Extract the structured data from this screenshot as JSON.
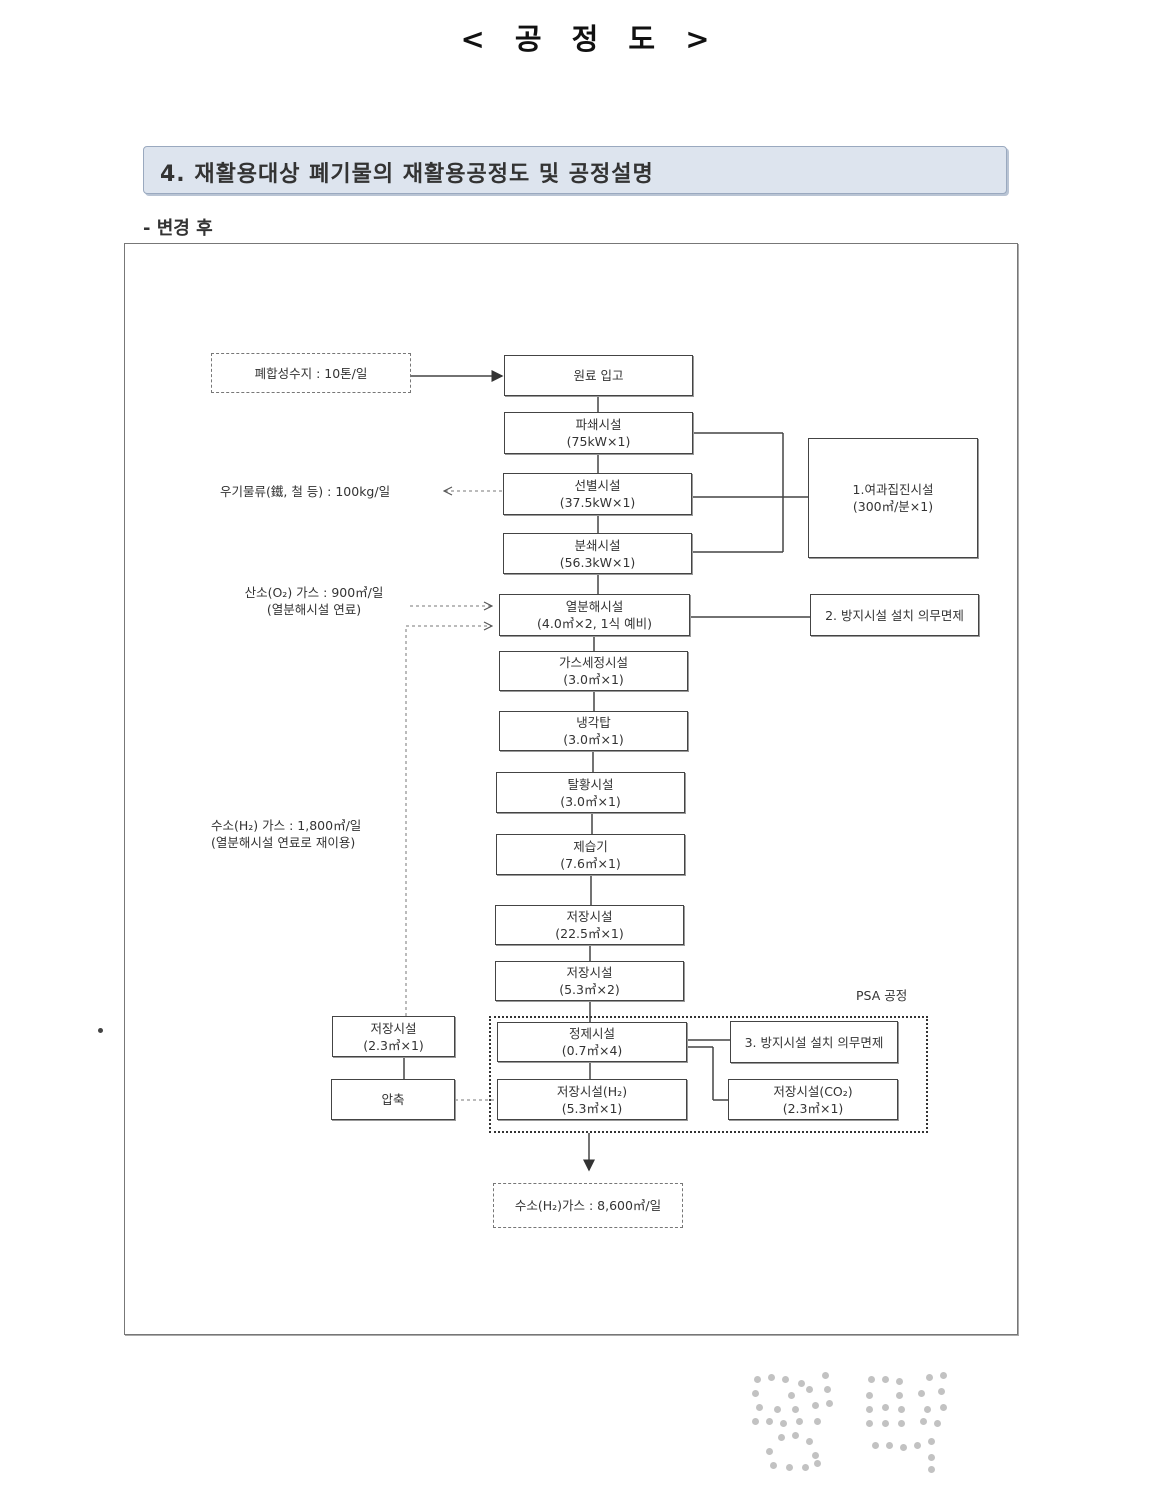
{
  "page_title": "< 공 정 도 >",
  "section_title": "4. 재활용대상 폐기물의 재활용공정도 및 공정설명",
  "subheading": "- 변경 후",
  "diagram": {
    "input": "폐합성수지 : 10톤/일",
    "flow": [
      {
        "l1": "원료 입고",
        "l2": ""
      },
      {
        "l1": "파쇄시설",
        "l2": "(75kW×1)"
      },
      {
        "l1": "선별시설",
        "l2": "(37.5kW×1)"
      },
      {
        "l1": "분쇄시설",
        "l2": "(56.3kW×1)"
      },
      {
        "l1": "열분해시설",
        "l2": "(4.0㎥×2, 1식 예비)"
      },
      {
        "l1": "가스세정시설",
        "l2": "(3.0㎥×1)"
      },
      {
        "l1": "냉각탑",
        "l2": "(3.0㎥×1)"
      },
      {
        "l1": "탈황시설",
        "l2": "(3.0㎥×1)"
      },
      {
        "l1": "제습기",
        "l2": "(7.6㎥×1)"
      },
      {
        "l1": "저장시설",
        "l2": "(22.5㎥×1)"
      },
      {
        "l1": "저장시설",
        "l2": "(5.3㎥×2)"
      }
    ],
    "metal_output": "우기물류(鐵, 철 등) : 100kg/일",
    "oxygen_note": {
      "l1": "산소(O₂) 가스 : 900㎥/일",
      "l2": "(열분해시설 연료)"
    },
    "hydrogen_note": {
      "l1": "수소(H₂) 가스 : 1,800㎥/일",
      "l2": "(열분해시설 연료로 재이용)"
    },
    "dust_collector": {
      "l1": "1.여과집진시설",
      "l2": "(300㎥/분×1)"
    },
    "exemption_2": "2. 방지시설 설치 의무면제",
    "psa_label": "PSA 공정",
    "purification": {
      "l1": "정제시설",
      "l2": "(0.7㎥×4)"
    },
    "exemption_3": "3. 방지시설 설치 의무면제",
    "storage_h2": {
      "l1": "저장시설(H₂)",
      "l2": "(5.3㎥×1)"
    },
    "storage_co2": {
      "l1": "저장시설(CO₂)",
      "l2": "(2.3㎥×1)"
    },
    "side_storage": {
      "l1": "저장시설",
      "l2": "(2.3㎥×1)"
    },
    "compression": "압축",
    "final_output": "수소(H₂)가스 : 8,600㎥/일"
  }
}
